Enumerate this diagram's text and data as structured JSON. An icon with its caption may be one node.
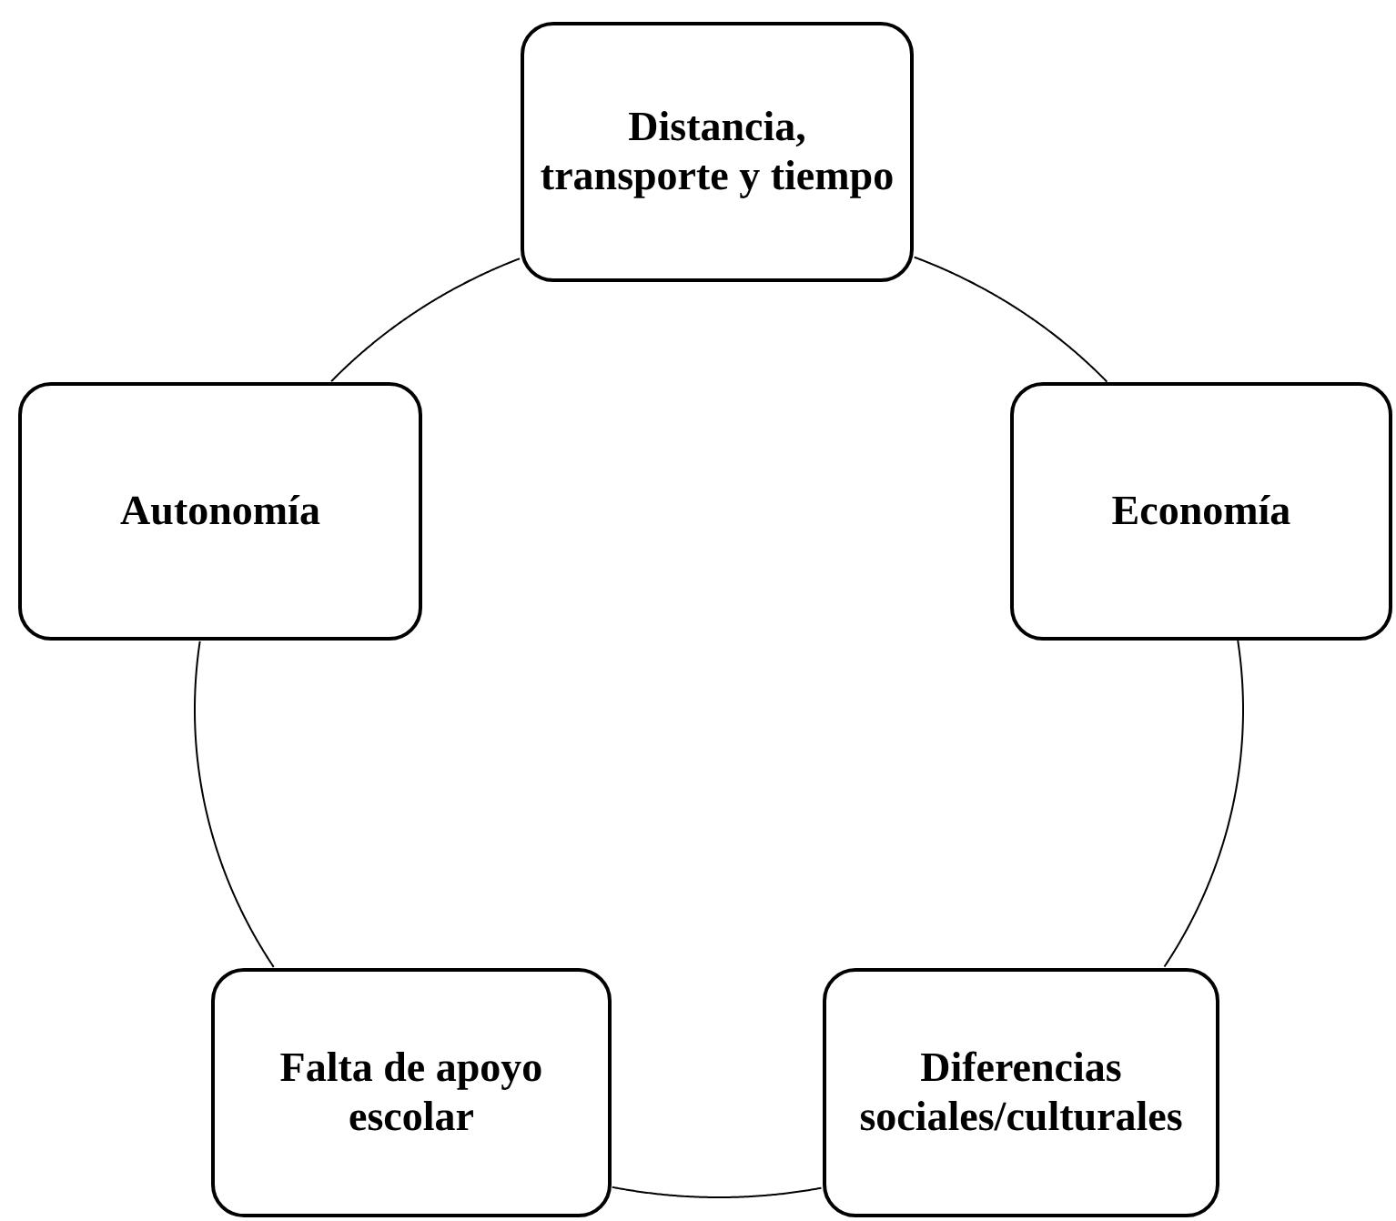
{
  "diagram": {
    "nodes": [
      {
        "text": [
          "Distancia, transporte y tiempo"
        ]
      },
      {
        "text": [
          "Autonomía"
        ]
      },
      {
        "text": [
          "Economía"
        ]
      },
      {
        "text": [
          "Falta de apoyo escolar"
        ]
      },
      {
        "text": [
          "Diferencias sociales/culturales"
        ]
      }
    ],
    "edges": [
      {
        "from": 0,
        "to": 2,
        "arrow": "none"
      },
      {
        "from": 2,
        "to": 4,
        "arrow": "none"
      },
      {
        "from": 4,
        "to": 3,
        "arrow": "none"
      },
      {
        "from": 3,
        "to": 1,
        "arrow": "none"
      },
      {
        "from": 1,
        "to": 0,
        "arrow": "none"
      }
    ]
  }
}
